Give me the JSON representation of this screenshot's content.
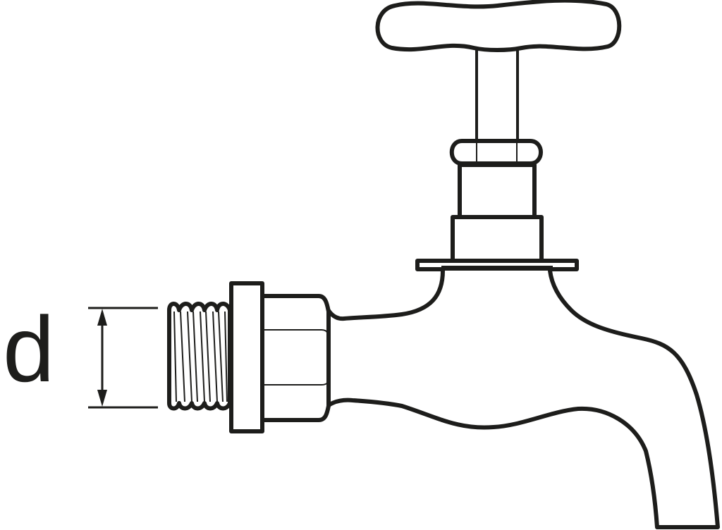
{
  "diagram": {
    "subject": "bib tap / faucet with threaded inlet",
    "dimension": {
      "label": "d",
      "meaning": "thread diameter"
    },
    "colors": {
      "line": "#1d1d1b",
      "background": "#ffffff"
    },
    "parts": [
      "t-handle",
      "spindle",
      "gland-nut",
      "bonnet-upper",
      "bonnet-lower",
      "flange",
      "body",
      "spout",
      "hex-nut",
      "collar",
      "thread"
    ]
  }
}
